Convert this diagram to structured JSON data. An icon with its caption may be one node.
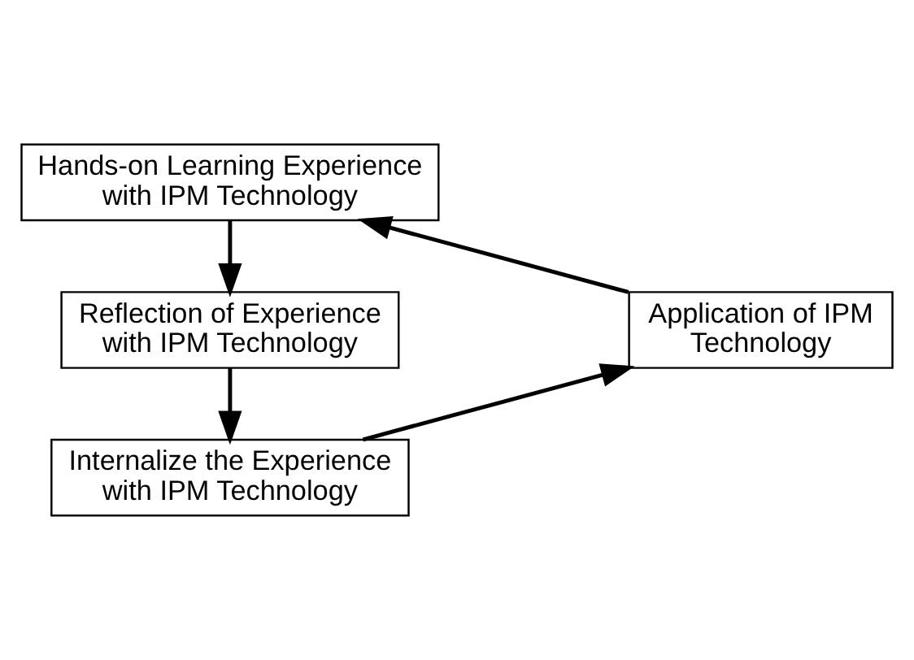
{
  "diagram": {
    "nodes": [
      {
        "text": [
          "Hands-on Learning Experience with IPM Technology"
        ]
      },
      {
        "text": [
          "Reflection of Experience with IPM Technology"
        ]
      },
      {
        "text": [
          "Internalize the Experience with IPM Technology"
        ]
      },
      {
        "text": [
          "Application of IPM Technology"
        ]
      }
    ],
    "edges": [
      {
        "from": 0,
        "to": 1,
        "arrow": "to"
      },
      {
        "from": 1,
        "to": 2,
        "arrow": "to"
      },
      {
        "from": 2,
        "to": 3,
        "arrow": "to"
      },
      {
        "from": 3,
        "to": 0,
        "arrow": "to"
      }
    ]
  }
}
